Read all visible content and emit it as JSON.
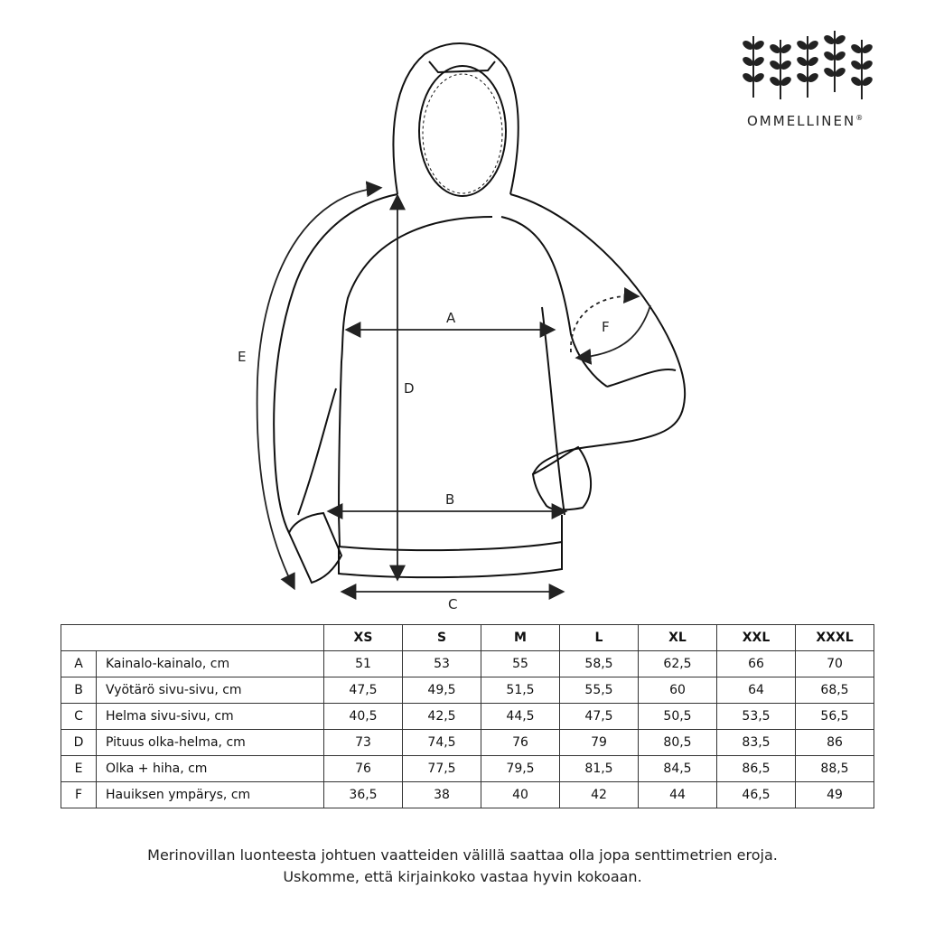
{
  "brand": {
    "name": "OMMELLINEN",
    "mark": "®"
  },
  "diagram": {
    "labels": {
      "A": "A",
      "B": "B",
      "C": "C",
      "D": "D",
      "E": "E",
      "F": "F"
    }
  },
  "table": {
    "sizes": [
      "XS",
      "S",
      "M",
      "L",
      "XL",
      "XXL",
      "XXXL"
    ],
    "rows": [
      {
        "letter": "A",
        "name": "Kainalo-kainalo, cm",
        "values": [
          "51",
          "53",
          "55",
          "58,5",
          "62,5",
          "66",
          "70"
        ]
      },
      {
        "letter": "B",
        "name": "Vyötärö sivu-sivu, cm",
        "values": [
          "47,5",
          "49,5",
          "51,5",
          "55,5",
          "60",
          "64",
          "68,5"
        ]
      },
      {
        "letter": "C",
        "name": "Helma sivu-sivu, cm",
        "values": [
          "40,5",
          "42,5",
          "44,5",
          "47,5",
          "50,5",
          "53,5",
          "56,5"
        ]
      },
      {
        "letter": "D",
        "name": "Pituus olka-helma, cm",
        "values": [
          "73",
          "74,5",
          "76",
          "79",
          "80,5",
          "83,5",
          "86"
        ]
      },
      {
        "letter": "E",
        "name": "Olka + hiha, cm",
        "values": [
          "76",
          "77,5",
          "79,5",
          "81,5",
          "84,5",
          "86,5",
          "88,5"
        ]
      },
      {
        "letter": "F",
        "name": "Hauiksen ympärys, cm",
        "values": [
          "36,5",
          "38",
          "40",
          "42",
          "44",
          "46,5",
          "49"
        ]
      }
    ]
  },
  "footer": {
    "line1": "Merinovillan luonteesta johtuen vaatteiden välillä saattaa olla jopa senttimetrien eroja.",
    "line2": "Uskomme, että kirjainkoko vastaa hyvin kokoaan."
  }
}
